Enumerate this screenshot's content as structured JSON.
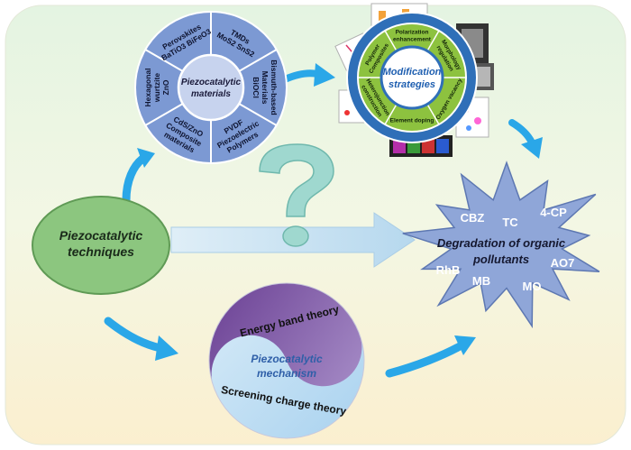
{
  "center": {
    "line1": "Piezocatalytic",
    "line2": "techniques"
  },
  "materials": {
    "title1": "Piezocatalytic",
    "title2": "materials",
    "segments": [
      {
        "lines": [
          "Perovskites",
          "BaTiO3 BiFeO3"
        ]
      },
      {
        "lines": [
          "TMDs",
          "MoS2 SnS2"
        ]
      },
      {
        "lines": [
          "Bismuth-based",
          "Materials",
          "BiOCl"
        ]
      },
      {
        "lines": [
          "PVDF",
          "Piezoelectric",
          "Polymers"
        ]
      },
      {
        "lines": [
          "CdS/ZnO",
          "Composite",
          "materials"
        ]
      },
      {
        "lines": [
          "Hexagonal",
          "wurtzite",
          "ZnO"
        ]
      }
    ]
  },
  "strategies": {
    "title1": "Modification",
    "title2": "strategies",
    "ring": [
      "Polarization",
      "enhancement",
      "Morphology",
      "regulation",
      "Oxygen vacancy",
      "Element doping",
      "Heterojunction",
      "construction",
      "Polymer",
      "Composites"
    ]
  },
  "degradation": {
    "title1": "Degradation of organic",
    "title2": "pollutants",
    "pollutants": [
      "CBZ",
      "TC",
      "4-CP",
      "RhB",
      "MB",
      "MO",
      "AO7"
    ]
  },
  "mechanism": {
    "top": "Energy band theory",
    "middle1": "Piezocatalytic",
    "middle2": "mechanism",
    "bottom": "Screening charge theory"
  },
  "colors": {
    "arrow": "#2aa7e8",
    "materials_ring": "#7c99d3",
    "center_fill": "#8cc67f",
    "degradation_fill": "#8fa6d8",
    "strategies_green": "#8dc23f",
    "strategies_blue": "#2f6fb8",
    "question": "#9fd8cf"
  }
}
